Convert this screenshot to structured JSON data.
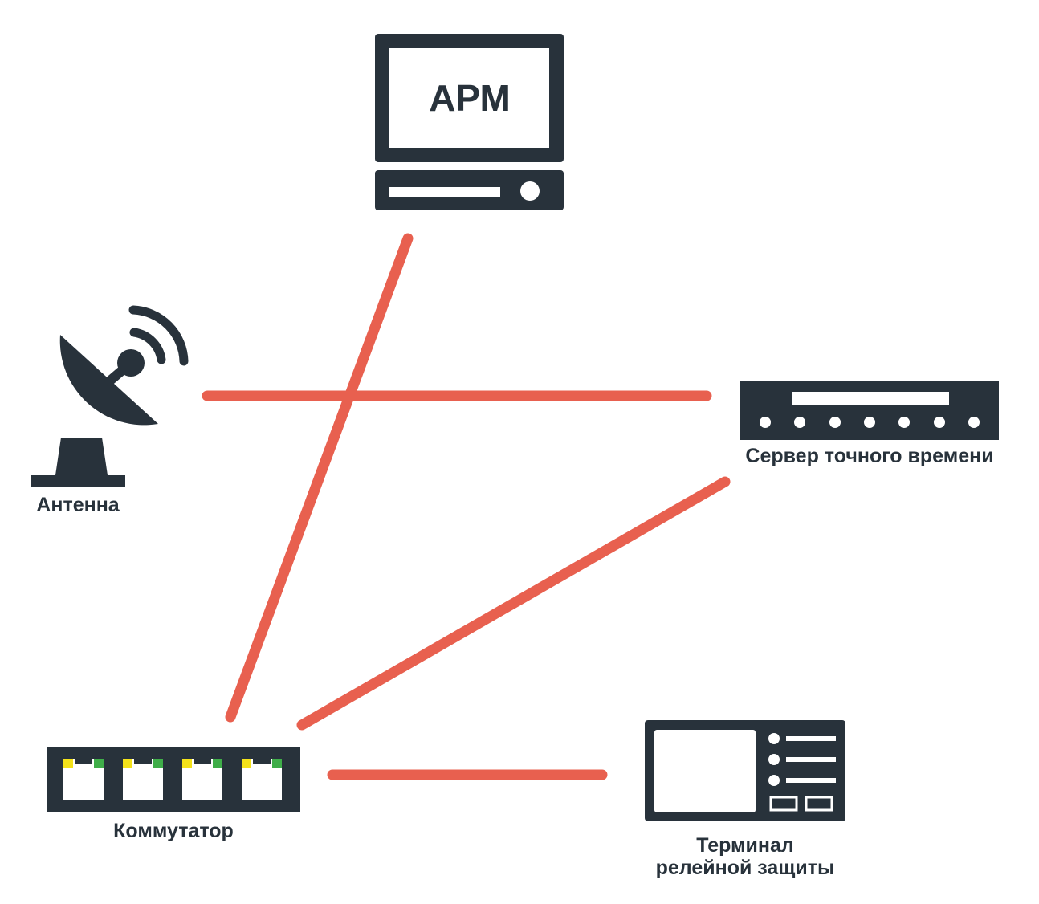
{
  "colors": {
    "link": "#e8604f",
    "device": "#28323b",
    "background": "#ffffff",
    "port_led_yellow": "#f4e21a",
    "port_led_green": "#3fae49"
  },
  "nodes": {
    "arm": {
      "screen_text": "АРМ",
      "icon": "workstation-icon"
    },
    "antenna": {
      "label": "Антенна",
      "icon": "satellite-dish-icon"
    },
    "time_server": {
      "label": "Сервер точного времени",
      "icon": "time-server-icon"
    },
    "switch": {
      "label": "Коммутатор",
      "icon": "network-switch-icon",
      "ports": 4
    },
    "relay_terminal": {
      "label_line1": "Терминал",
      "label_line2": "релейной защиты",
      "icon": "relay-protection-terminal-icon"
    }
  },
  "links": [
    {
      "from": "arm",
      "to": "switch"
    },
    {
      "from": "antenna",
      "to": "time_server"
    },
    {
      "from": "time_server",
      "to": "switch"
    },
    {
      "from": "switch",
      "to": "relay_terminal"
    }
  ]
}
